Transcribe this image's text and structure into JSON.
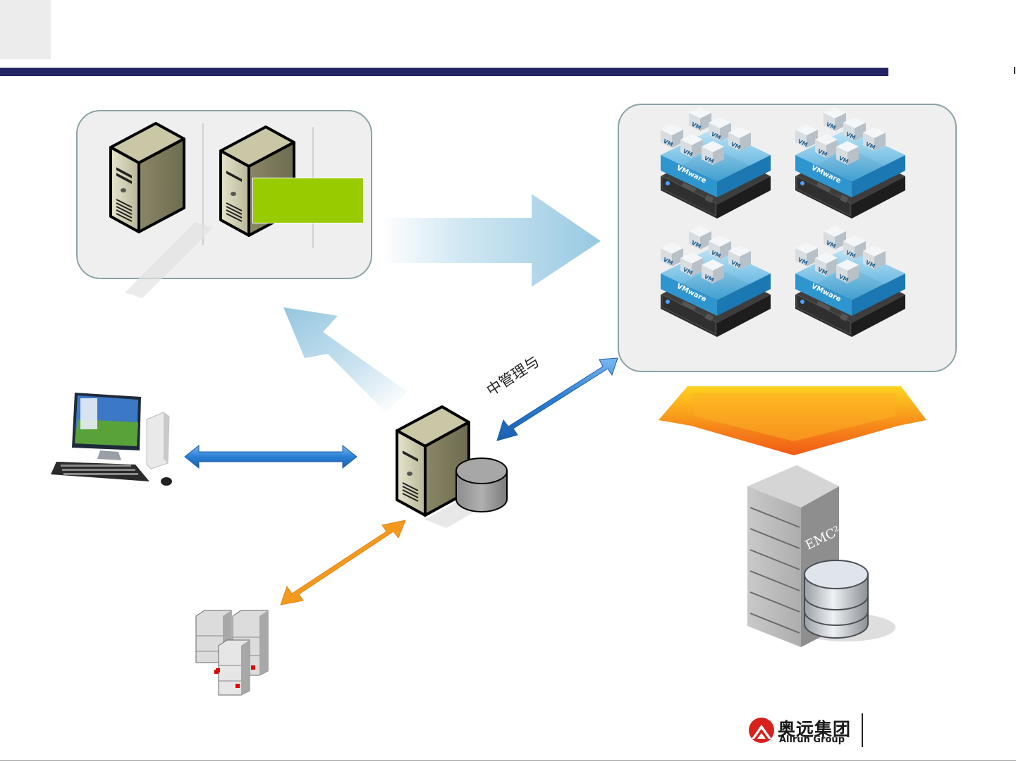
{
  "connection_label": "中管理与",
  "storage_brand": "EMC²",
  "vm_badge": "VM",
  "hypervisor_brand": "VMware",
  "logo": {
    "name_cn": "奥远集团",
    "name_en": "Allrun Group"
  },
  "colors": {
    "title_bar": "#232463",
    "panel_bg": "#efefef",
    "panel_border": "#8aa3a6",
    "label_green": "#99cc00",
    "arrow_light_blue": "#9ccbe3",
    "arrow_blue": "#2a7fd4",
    "arrow_orange": "#f39a1e",
    "storage_arrow": "#f47a16"
  }
}
